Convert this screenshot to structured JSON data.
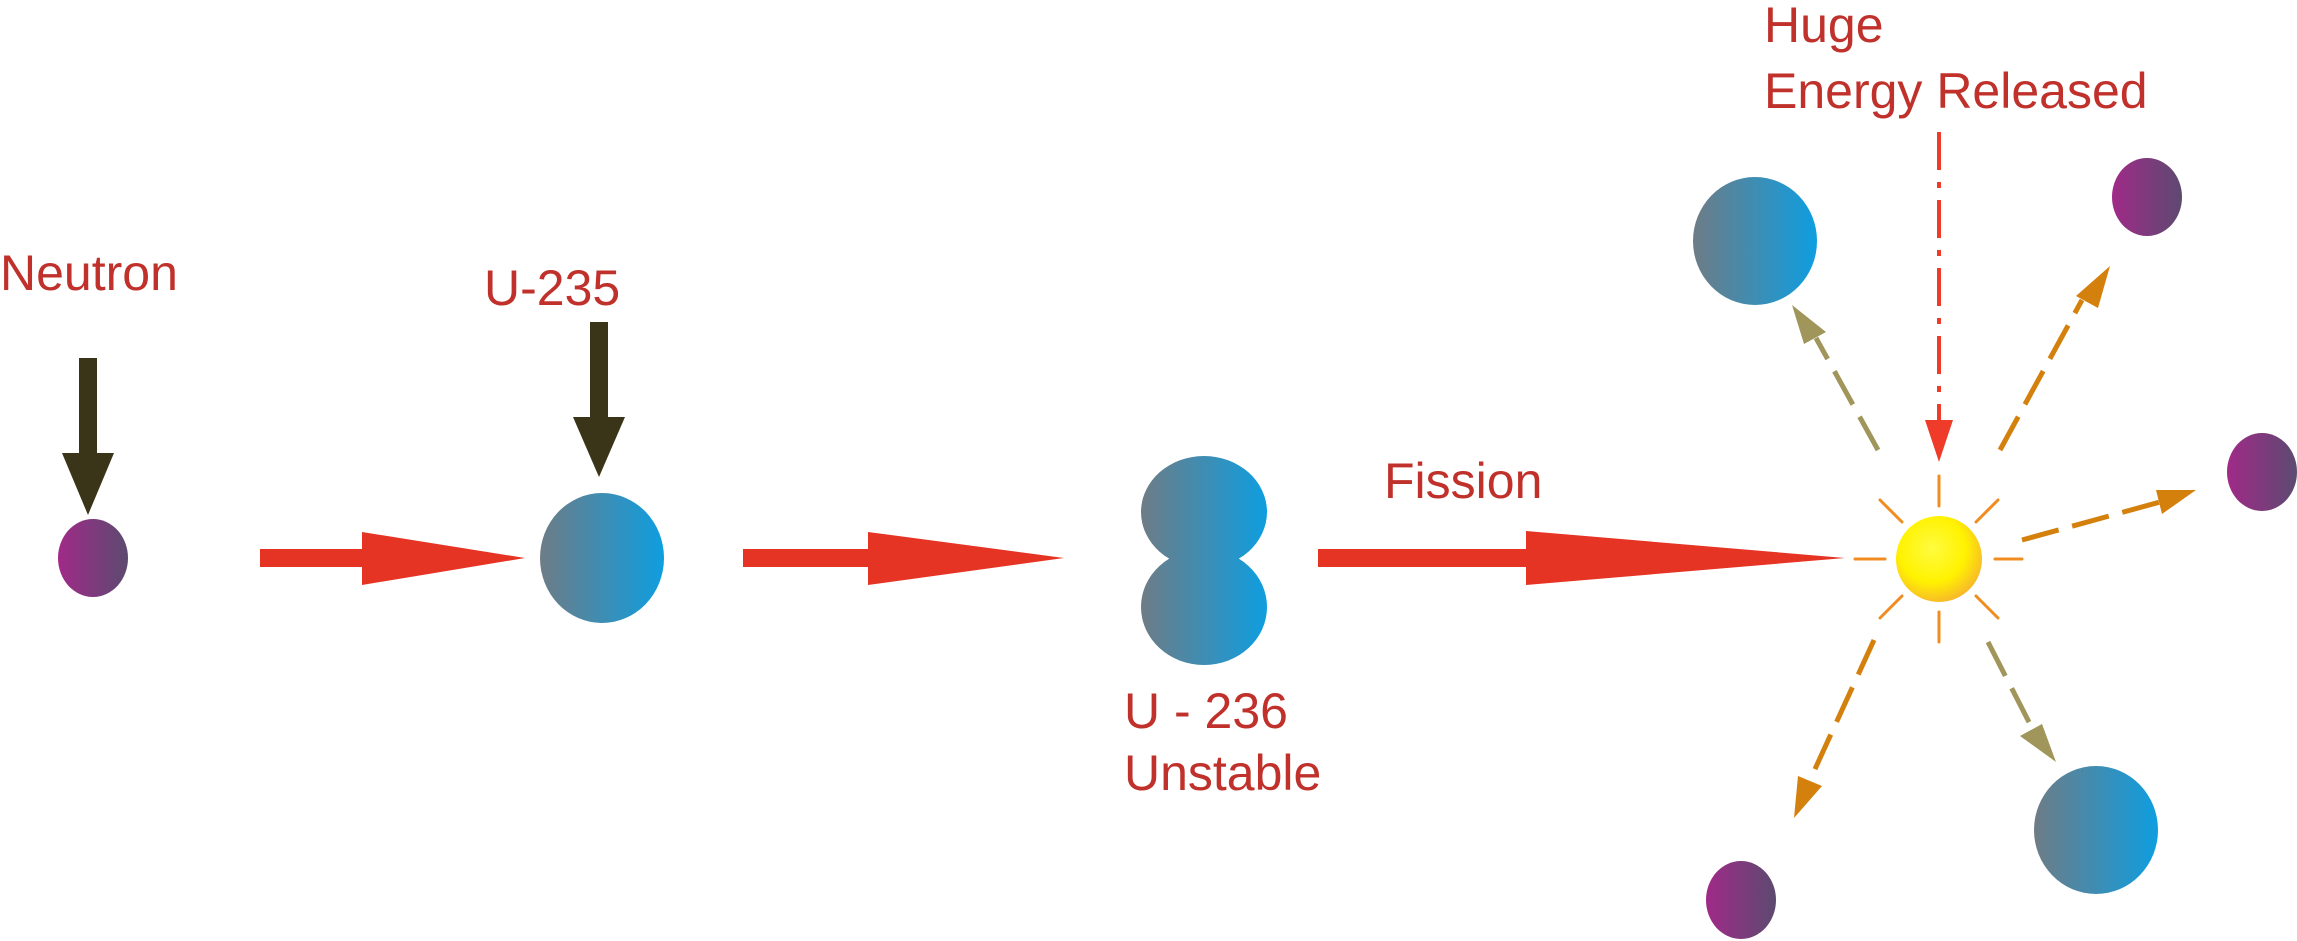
{
  "labels": {
    "neutron": "Neutron",
    "u235": "U-235",
    "u236_line1": "U - 236",
    "u236_line2": "Unstable",
    "fission": "Fission",
    "energy_line1": "Huge",
    "energy_line2": "Energy Released"
  },
  "colors": {
    "label_red": "#c0312b",
    "process_arrow_red": "#e53424",
    "indicator_arrow_dark": "#3a3418",
    "neutron_gradient": [
      "#a02a88",
      "#5c4a70"
    ],
    "nucleus_gradient": [
      "#6e7c86",
      "#0e9ee0"
    ],
    "energy_core_gradient": [
      "#fff200",
      "#f7b62c"
    ],
    "energy_dashed_arrow": "#ee3b2a",
    "ray_orange": "#f08c20",
    "fragment_arrow_olive": "#a0955a",
    "fragment_arrow_orange": "#d4800d"
  }
}
